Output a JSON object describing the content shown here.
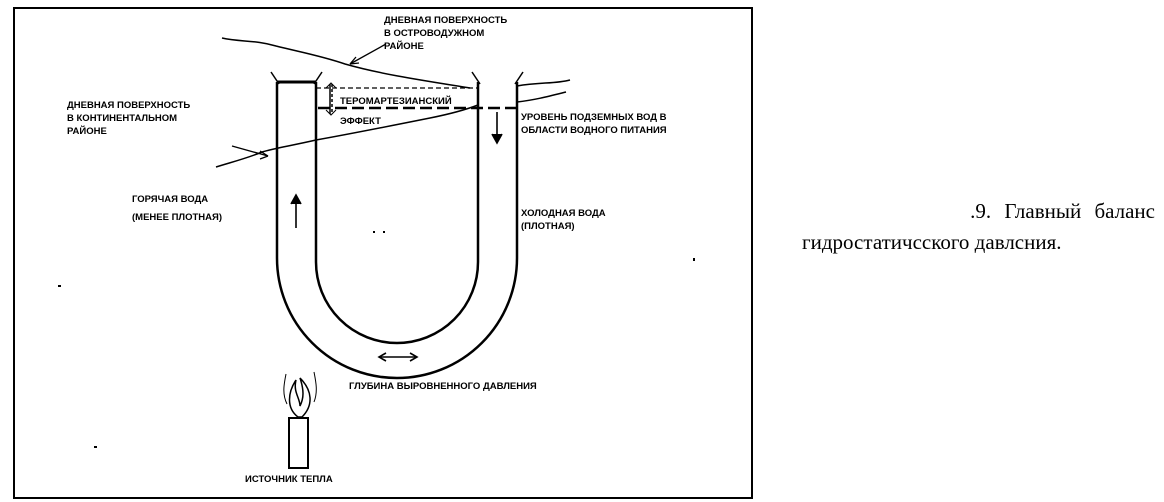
{
  "labels": {
    "surface_island": [
      "ДНЕВНАЯ ПОВЕРХНОСТЬ",
      "В ОСТРОВОДУЖНОМ",
      "РАЙОНЕ"
    ],
    "surface_continental": [
      "ДНЕВНАЯ ПОВЕРХНОСТЬ",
      "В КОНТИНЕНТАЛЬНОМ",
      "РАЙОНЕ"
    ],
    "thermo_effect": [
      "ТЕРОМАРТЕЗИАНСКИЙ",
      "ЭФФЕКТ"
    ],
    "groundwater_level": [
      "УРОВЕНЬ ПОДЗЕМНЫХ ВОД В",
      "ОБЛАСТИ ВОДНОГО ПИТАНИЯ"
    ],
    "hot_water": [
      "ГОРЯЧАЯ ВОДА",
      "(МЕНЕЕ ПЛОТНАЯ)"
    ],
    "cold_water": [
      "ХОЛОДНАЯ ВОДА",
      "(ПЛОТНАЯ)"
    ],
    "equal_pressure_depth": "ГЛУБИНА ВЫРОВНЕННОГО ДАВЛЕНИЯ",
    "heat_source": "ИСТОЧНИК ТЕПЛА"
  },
  "caption": {
    "line1": ".9. Главный баланс",
    "line2": "гидростатичсского давлсния."
  }
}
